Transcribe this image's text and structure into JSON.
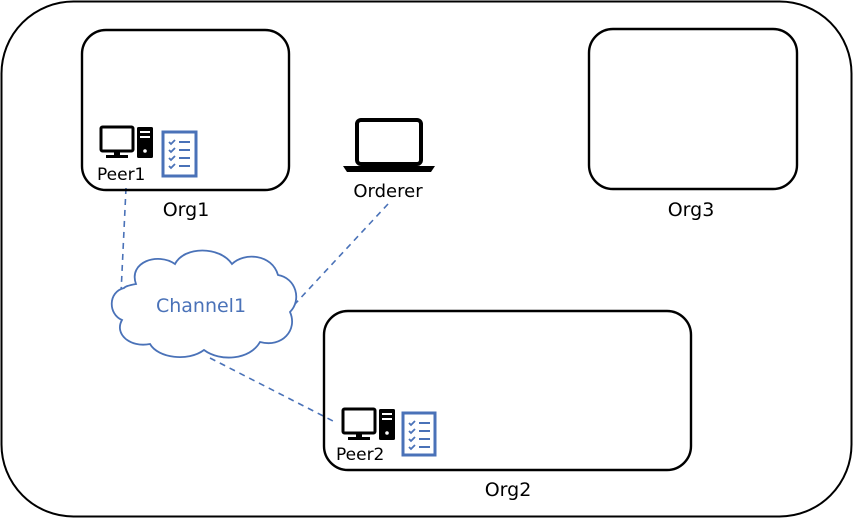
{
  "colors": {
    "stroke": "#000000",
    "accent": "#4a72b8",
    "background": "#ffffff"
  },
  "orgs": [
    {
      "id": "org1",
      "label": "Org1"
    },
    {
      "id": "org2",
      "label": "Org2"
    },
    {
      "id": "org3",
      "label": "Org3"
    }
  ],
  "peers": [
    {
      "id": "peer1",
      "label": "Peer1",
      "icons": [
        "desktop-computer-icon",
        "ledger-document-icon"
      ]
    },
    {
      "id": "peer2",
      "label": "Peer2",
      "icons": [
        "desktop-computer-icon",
        "ledger-document-icon"
      ]
    }
  ],
  "orderer": {
    "label": "Orderer",
    "icon": "laptop-icon"
  },
  "channel": {
    "label": "Channel1",
    "icon": "cloud-icon"
  },
  "connections": [
    {
      "from": "Peer1",
      "to": "Channel1",
      "style": "dashed"
    },
    {
      "from": "Orderer",
      "to": "Channel1",
      "style": "dashed"
    },
    {
      "from": "Peer2",
      "to": "Channel1",
      "style": "dashed"
    }
  ]
}
